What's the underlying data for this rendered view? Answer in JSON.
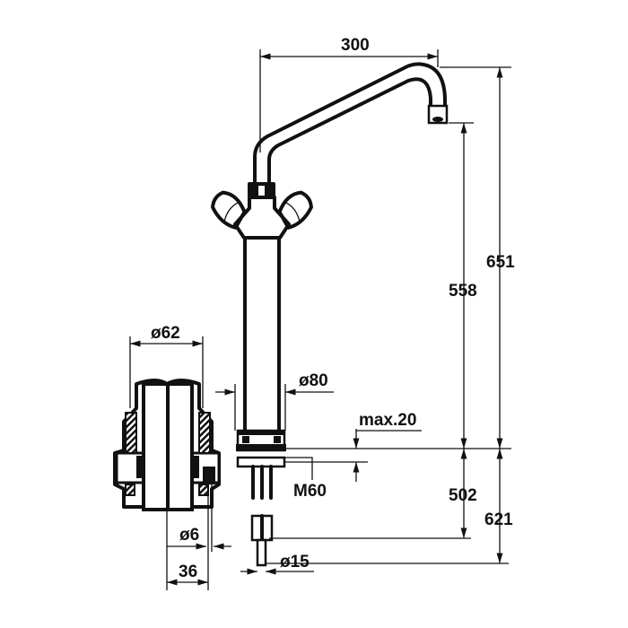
{
  "title": "Two-handle mixer tap technical drawing",
  "dimensions": {
    "spout_reach": "300",
    "total_height": "651",
    "spout_height": "558",
    "column_diameter": "ø80",
    "max_thickness": "max.20",
    "thread": "M60",
    "below_height": "502",
    "below_total": "621",
    "hole_diameter": "ø62",
    "tube_diameter": "ø6",
    "tube_offset": "36",
    "connector_diameter": "ø15"
  },
  "colors": {
    "line": "#111111",
    "background": "#ffffff"
  }
}
